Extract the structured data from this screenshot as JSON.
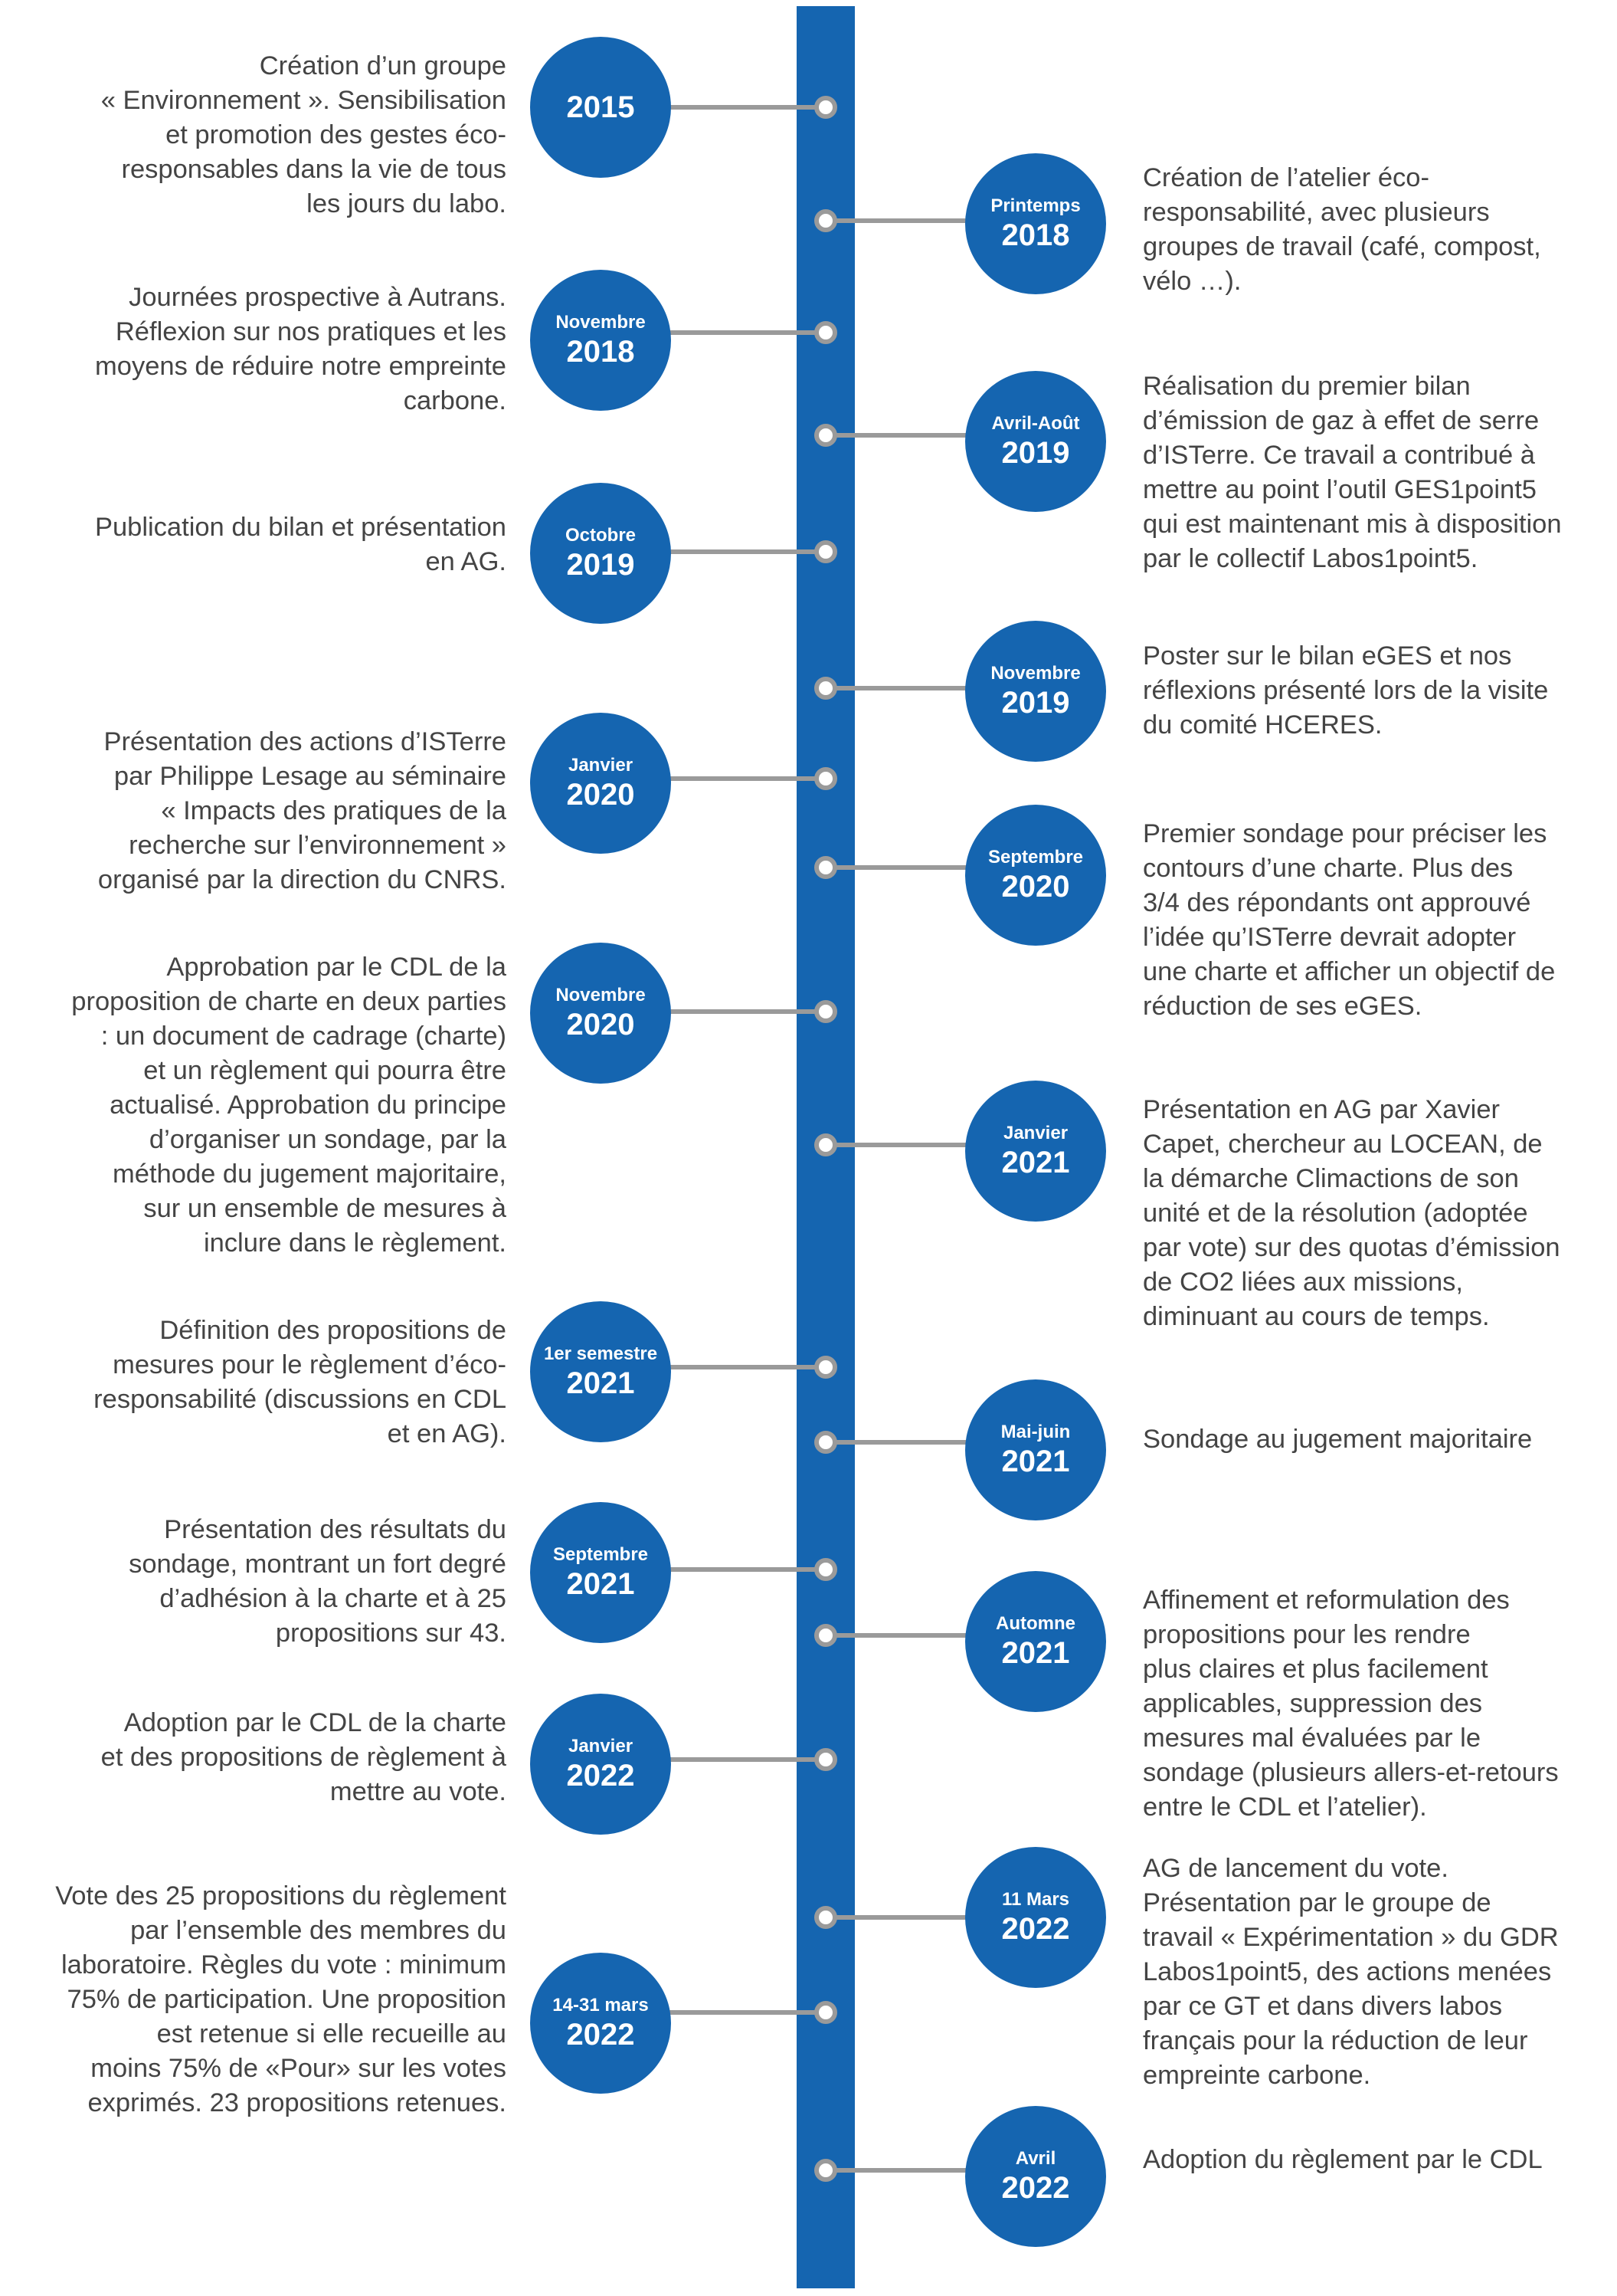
{
  "events": [
    {
      "side": "left",
      "sub": "",
      "year": "2015",
      "text": "Création d’un groupe\n« Environnement ». Sensibilisation\net promotion des gestes éco-\nresponsables dans la vie de tous\nles jours du labo."
    },
    {
      "side": "right",
      "sub": "Printemps",
      "year": "2018",
      "text": "Création de l’atelier éco-\nresponsabilité, avec plusieurs\ngroupes de travail (café, compost,\nvélo …)."
    },
    {
      "side": "left",
      "sub": "Novembre",
      "year": "2018",
      "text": "Journées prospective à Autrans.\nRéflexion sur nos pratiques et les\nmoyens de réduire notre empreinte\ncarbone."
    },
    {
      "side": "right",
      "sub": "Avril-Août",
      "year": "2019",
      "text": "Réalisation du premier bilan\nd’émission de gaz à effet de serre\nd’ISTerre. Ce travail a contribué à\nmettre au point l’outil GES1point5\nqui est maintenant mis à disposition\npar le collectif Labos1point5."
    },
    {
      "side": "left",
      "sub": "Octobre",
      "year": "2019",
      "text": "Publication du bilan et présentation\nen AG."
    },
    {
      "side": "right",
      "sub": "Novembre",
      "year": "2019",
      "text": "Poster sur le bilan eGES et nos\nréflexions présenté lors de la visite\ndu comité HCERES."
    },
    {
      "side": "left",
      "sub": "Janvier",
      "year": "2020",
      "text": "Présentation des actions d’ISTerre\npar Philippe Lesage au séminaire\n« Impacts des pratiques de la\nrecherche sur l’environnement »\norganisé par la direction du CNRS."
    },
    {
      "side": "right",
      "sub": "Septembre",
      "year": "2020",
      "text": "Premier sondage pour préciser les\ncontours d’une charte. Plus des\n3/4 des répondants ont approuvé\nl’idée qu’ISTerre devrait adopter\nune charte et afficher un objectif de\nréduction de ses eGES."
    },
    {
      "side": "left",
      "sub": "Novembre",
      "year": "2020",
      "text": "Approbation par le CDL de la\nproposition de charte en deux parties\n: un document de cadrage (charte)\net un règlement qui pourra être\nactualisé. Approbation du principe\nd’organiser un sondage, par la\nméthode du jugement majoritaire,\nsur un ensemble de mesures à\ninclure dans le règlement."
    },
    {
      "side": "right",
      "sub": "Janvier",
      "year": "2021",
      "text": "Présentation en AG par Xavier\nCapet, chercheur au LOCEAN, de\nla démarche Climactions de son\nunité et de la résolution (adoptée\npar vote) sur des quotas d’émission\nde CO2 liées aux missions,\ndiminuant au cours de temps."
    },
    {
      "side": "left",
      "sub": "1er semestre",
      "year": "2021",
      "text": "Définition des propositions de\nmesures pour le règlement d’éco-\nresponsabilité (discussions en CDL\net en AG)."
    },
    {
      "side": "right",
      "sub": "Mai-juin",
      "year": "2021",
      "text": "Sondage au jugement majoritaire"
    },
    {
      "side": "left",
      "sub": "Septembre",
      "year": "2021",
      "text": "Présentation des résultats du\nsondage, montrant un fort degré\nd’adhésion à la charte et à 25\npropositions sur 43."
    },
    {
      "side": "right",
      "sub": "Automne",
      "year": "2021",
      "text": "Affinement et reformulation des\npropositions pour les rendre\nplus claires et plus facilement\napplicables, suppression des\nmesures mal évaluées par le\nsondage (plusieurs allers-et-retours\nentre le CDL et l’atelier)."
    },
    {
      "side": "left",
      "sub": "Janvier",
      "year": "2022",
      "text": "Adoption par le CDL de la charte\net des propositions de règlement à\nmettre au vote."
    },
    {
      "side": "right",
      "sub": "11 Mars",
      "year": "2022",
      "text": "AG de lancement du vote.\nPrésentation par le groupe de\ntravail « Expérimentation » du GDR\nLabos1point5, des actions menées\npar ce GT et dans divers labos\nfrançais pour la réduction de leur\nempreinte carbone."
    },
    {
      "side": "left",
      "sub": "14-31 mars",
      "year": "2022",
      "text": "Vote des 25 propositions du règlement\npar l’ensemble des membres du\nlaboratoire. Règles du vote : minimum\n75% de participation. Une proposition\nest retenue si elle recueille au\nmoins 75% de «Pour» sur les votes\nexprimés. 23 propositions retenues."
    },
    {
      "side": "right",
      "sub": "Avril",
      "year": "2022",
      "text": "Adoption du règlement par le CDL"
    }
  ],
  "colors": {
    "primary": "#1565b0",
    "connector": "#9a9a9a",
    "text": "#444444"
  }
}
